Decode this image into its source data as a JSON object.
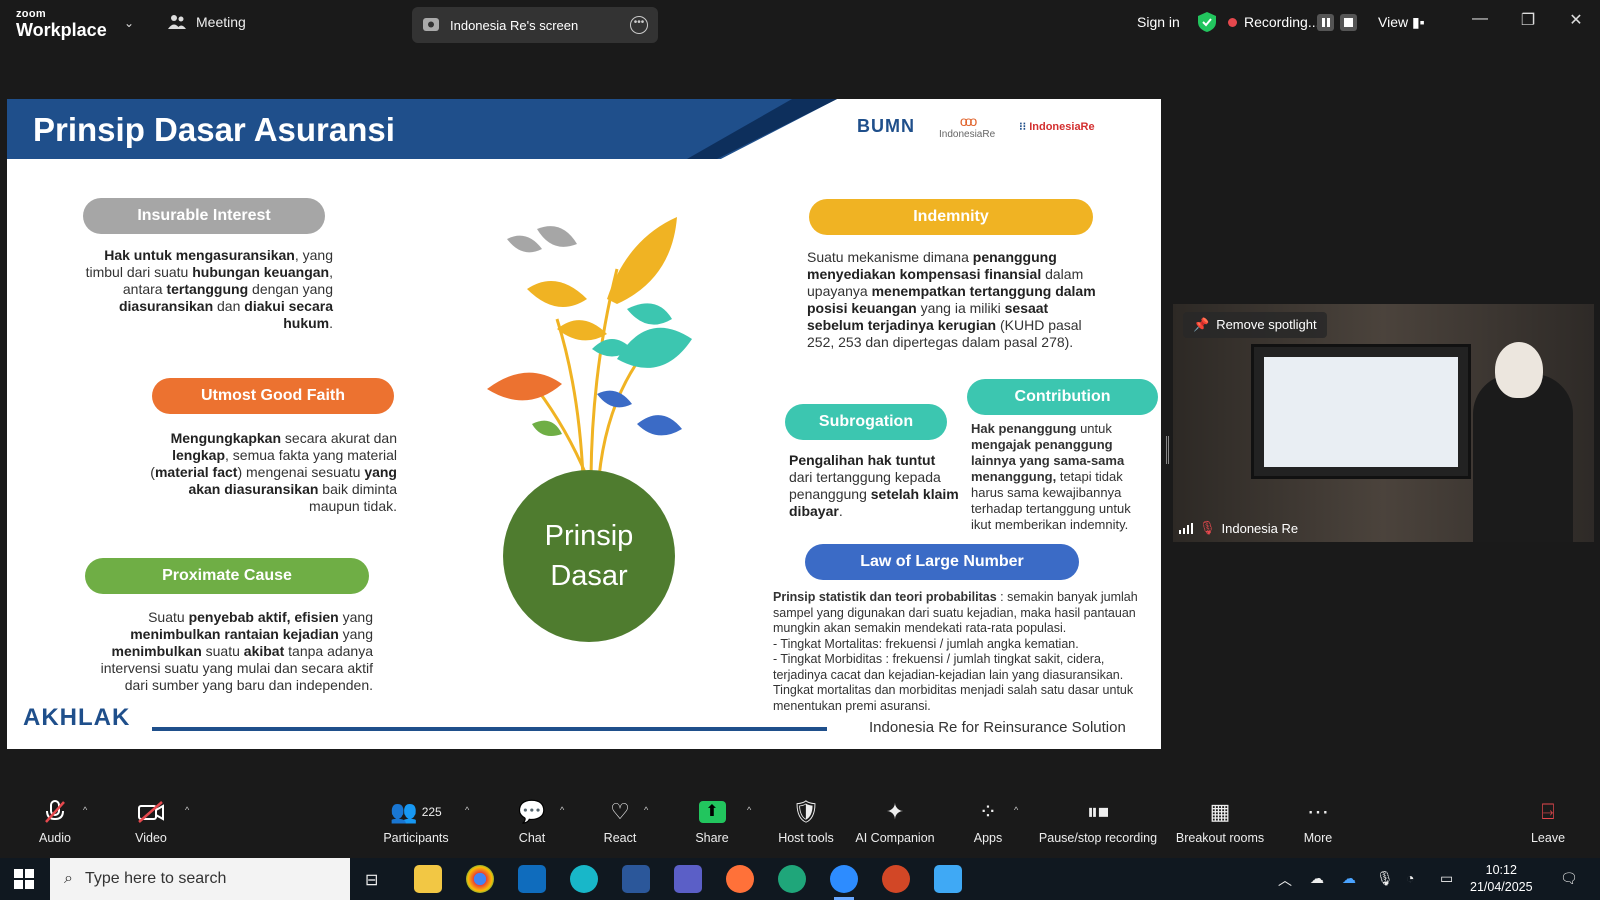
{
  "app": {
    "brand_small": "zoom",
    "brand_big": "Workplace",
    "meeting_label": "Meeting",
    "screen_share_label": "Indonesia Re's screen",
    "sign_in": "Sign in",
    "recording_label": "Recording...",
    "view_label": "View"
  },
  "slide": {
    "title": "Prinsip Dasar Asuransi",
    "logo_bumn": "BUMN",
    "logo_ir": "IndonesiaRe",
    "logo_iri": "IndonesiaRe",
    "center_line1": "Prinsip",
    "center_line2": "Dasar",
    "insurable": {
      "label": "Insurable Interest",
      "color": "#a6a6a6"
    },
    "utmost": {
      "label": "Utmost Good Faith",
      "color": "#ec7230"
    },
    "proximate": {
      "label": "Proximate Cause",
      "color": "#6fae45"
    },
    "indemnity": {
      "label": "Indemnity",
      "color": "#f0b323"
    },
    "subrogation": {
      "label": "Subrogation",
      "color": "#3cc6b0"
    },
    "contribution": {
      "label": "Contribution",
      "color": "#3cc6b0"
    },
    "large_number": {
      "label": "Law of Large Number",
      "color": "#3b6bc6"
    },
    "footer_logo": "AKHLAK",
    "footer_tagline": "Indonesia Re for Reinsurance Solution"
  },
  "video": {
    "spotlight_label": "Remove spotlight",
    "participant_name": "Indonesia Re"
  },
  "toolbar": {
    "audio": "Audio",
    "video": "Video",
    "participants": "Participants",
    "participant_count": "225",
    "chat": "Chat",
    "react": "React",
    "share": "Share",
    "host_tools": "Host tools",
    "ai_companion": "AI Companion",
    "apps": "Apps",
    "pause_stop": "Pause/stop recording",
    "breakout": "Breakout rooms",
    "more": "More",
    "leave": "Leave"
  },
  "taskbar": {
    "search_placeholder": "Type here to search",
    "time": "10:12",
    "date": "21/04/2025"
  }
}
